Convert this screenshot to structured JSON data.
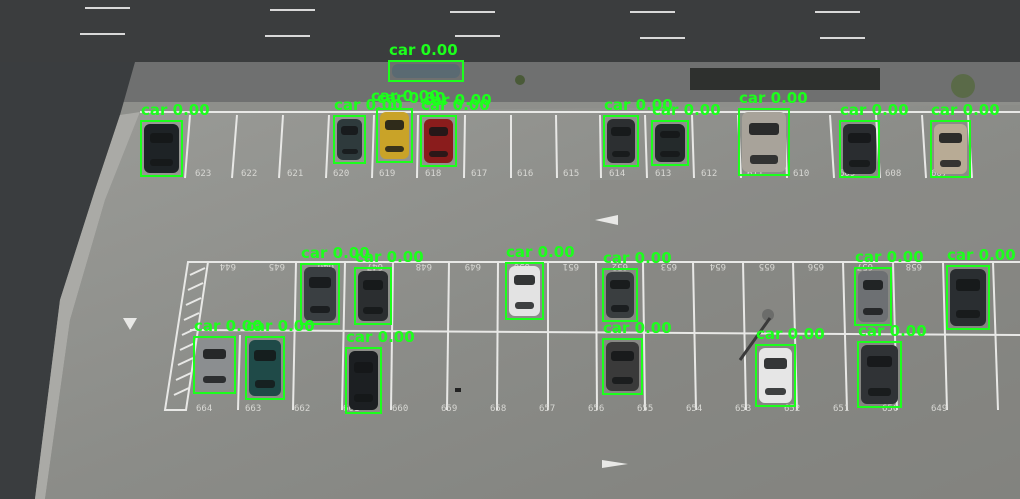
{
  "detections": [
    {
      "id": "d01",
      "label": "car",
      "score": "0.00"
    },
    {
      "id": "d02",
      "label": "car",
      "score": "0.00"
    },
    {
      "id": "d03",
      "label": "car",
      "score": "0.00"
    },
    {
      "id": "d04",
      "label": "car",
      "score": "0.00"
    },
    {
      "id": "d05",
      "label": "car",
      "score": "0.00"
    },
    {
      "id": "d06",
      "label": "car",
      "score": "0.00"
    },
    {
      "id": "d07",
      "label": "car",
      "score": "0.00"
    },
    {
      "id": "d08",
      "label": "car",
      "score": "0.00"
    },
    {
      "id": "d09",
      "label": "car",
      "score": "0.00"
    },
    {
      "id": "d10",
      "label": "car",
      "score": "0.00"
    },
    {
      "id": "d11",
      "label": "car",
      "score": "0.00"
    },
    {
      "id": "d12",
      "label": "car",
      "score": "0.00"
    },
    {
      "id": "d13",
      "label": "car",
      "score": "0.00"
    },
    {
      "id": "d14",
      "label": "car",
      "score": "0.00"
    },
    {
      "id": "d15",
      "label": "car",
      "score": "0.00"
    },
    {
      "id": "d16",
      "label": "car",
      "score": "0.00"
    },
    {
      "id": "d17",
      "label": "car",
      "score": "0.00"
    },
    {
      "id": "d18",
      "label": "car",
      "score": "0.00"
    },
    {
      "id": "d19",
      "label": "car",
      "score": "0.00"
    },
    {
      "id": "d20",
      "label": "car",
      "score": "0.00"
    },
    {
      "id": "d21",
      "label": "car",
      "score": "0.00"
    },
    {
      "id": "d22",
      "label": "car",
      "score": "0.00"
    },
    {
      "id": "d23",
      "label": "car",
      "score": "0.00"
    },
    {
      "id": "d24",
      "label": "car",
      "score": "0.00"
    }
  ],
  "space_numbers_top": [
    "623",
    "622",
    "621",
    "620",
    "619",
    "618",
    "617",
    "616",
    "615",
    "614",
    "613",
    "612",
    "611",
    "610",
    "609",
    "608",
    "607"
  ],
  "space_numbers_mid": [
    "644",
    "645",
    "646",
    "647",
    "648",
    "649",
    "650",
    "651",
    "652",
    "653",
    "654",
    "655",
    "656",
    "657",
    "658"
  ],
  "space_numbers_bottom": [
    "664",
    "663",
    "662",
    "661",
    "660",
    "659",
    "658",
    "657",
    "656",
    "655",
    "654",
    "653",
    "652",
    "651",
    "650",
    "649"
  ],
  "colors": {
    "box": "#1cff1c",
    "asphalt": "#3a3c3d",
    "concrete": "#8e8f8b"
  }
}
